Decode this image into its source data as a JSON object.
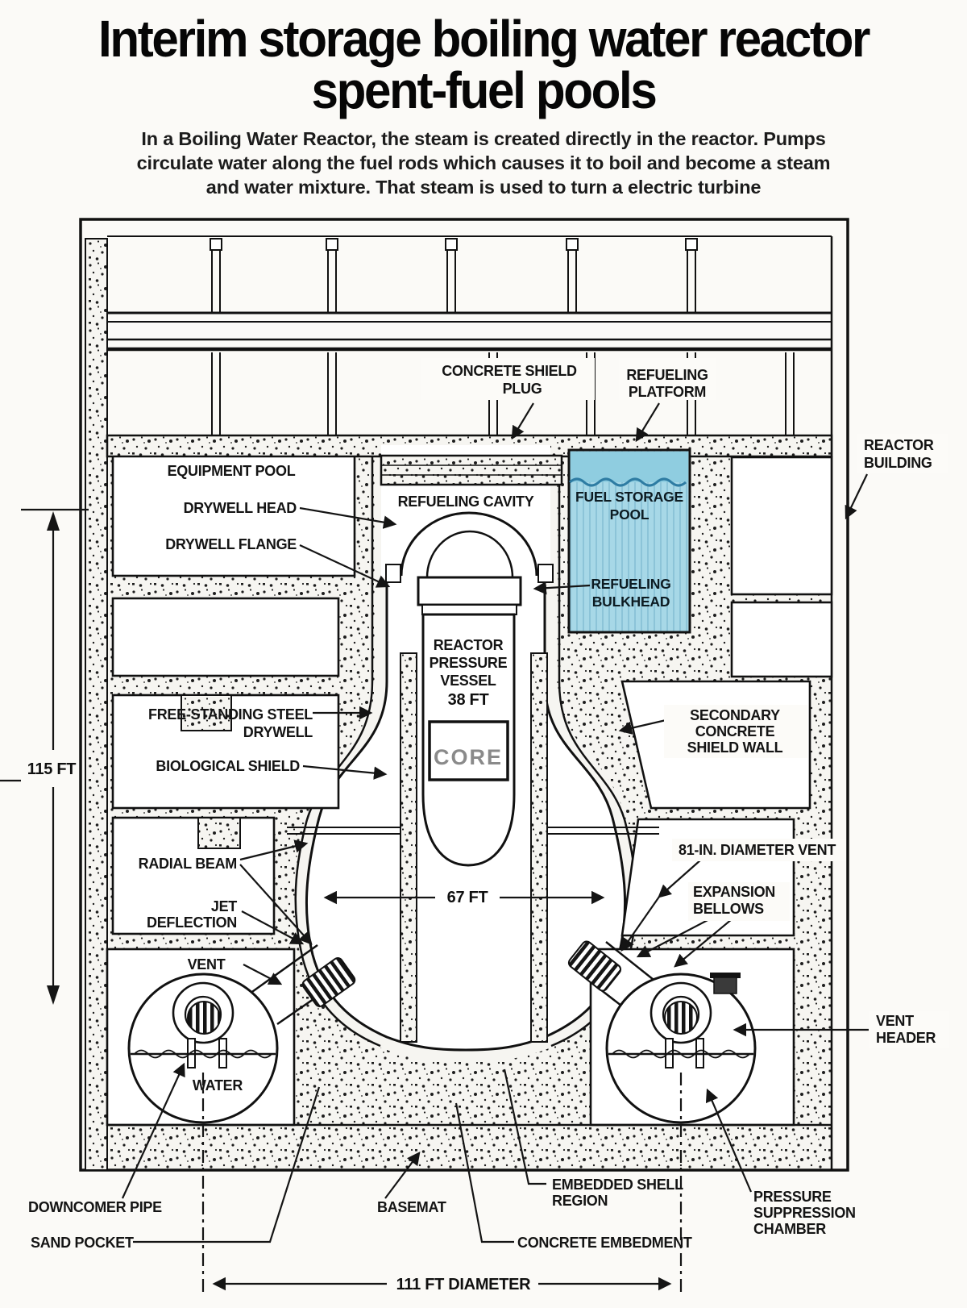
{
  "header": {
    "title_line1": "Interim storage boiling water reactor",
    "title_line2": "spent-fuel pools",
    "subtitle_lines": [
      "In a Boiling Water Reactor, the steam is created directly in the reactor. Pumps",
      "circulate water along the fuel rods which causes it to boil and become a steam",
      "and water mixture. That steam is used to turn a electric turbine"
    ]
  },
  "diagram": {
    "colors": {
      "ink": "#141414",
      "pool_water": "#a7d8e7",
      "pool_water_top": "#8fcde0",
      "wave": "#2e7ca3",
      "core_text": "#8a8a8a",
      "concrete_dot": "#1d1d1d"
    },
    "labels": {
      "concrete_shield_plug": [
        "CONCRETE SHIELD",
        "PLUG"
      ],
      "refueling_platform": [
        "REFUELING",
        "PLATFORM"
      ],
      "reactor_building": [
        "REACTOR",
        "BUILDING"
      ],
      "equipment_pool": "EQUIPMENT POOL",
      "drywell_head": "DRYWELL HEAD",
      "drywell_flange": "DRYWELL FLANGE",
      "refueling_cavity": "REFUELING CAVITY",
      "fuel_storage_pool": [
        "FUEL STORAGE",
        "POOL"
      ],
      "refueling_bulkhead": [
        "REFUELING",
        "BULKHEAD"
      ],
      "reactor_pressure_vessel": [
        "REACTOR",
        "PRESSURE",
        "VESSEL",
        "38 FT"
      ],
      "free_standing_steel_drywell": [
        "FREE-STANDING STEEL",
        "DRYWELL"
      ],
      "biological_shield": "BIOLOGICAL SHIELD",
      "secondary_concrete_shield_wall": [
        "SECONDARY",
        "CONCRETE",
        "SHIELD WALL"
      ],
      "core": "CORE",
      "height_dim": "115 FT",
      "drywell_dim": "67 FT",
      "radial_beam": "RADIAL BEAM",
      "jet_deflection": [
        "JET",
        "DEFLECTION"
      ],
      "vent": "VENT",
      "water": "WATER",
      "vent_81": "81-IN. DIAMETER VENT",
      "expansion_bellows": [
        "EXPANSION",
        "BELLOWS"
      ],
      "vent_header": [
        "VENT",
        "HEADER"
      ],
      "downcomer_pipe": "DOWNCOMER PIPE",
      "sand_pocket": "SAND POCKET",
      "basemat": "BASEMAT",
      "embedded_shell_region": [
        "EMBEDDED SHELL",
        "REGION"
      ],
      "concrete_embedment": "CONCRETE EMBEDMENT",
      "pressure_suppression_chamber": [
        "PRESSURE",
        "SUPPRESSION",
        "CHAMBER"
      ],
      "diameter_dim": "111 FT DIAMETER"
    }
  }
}
